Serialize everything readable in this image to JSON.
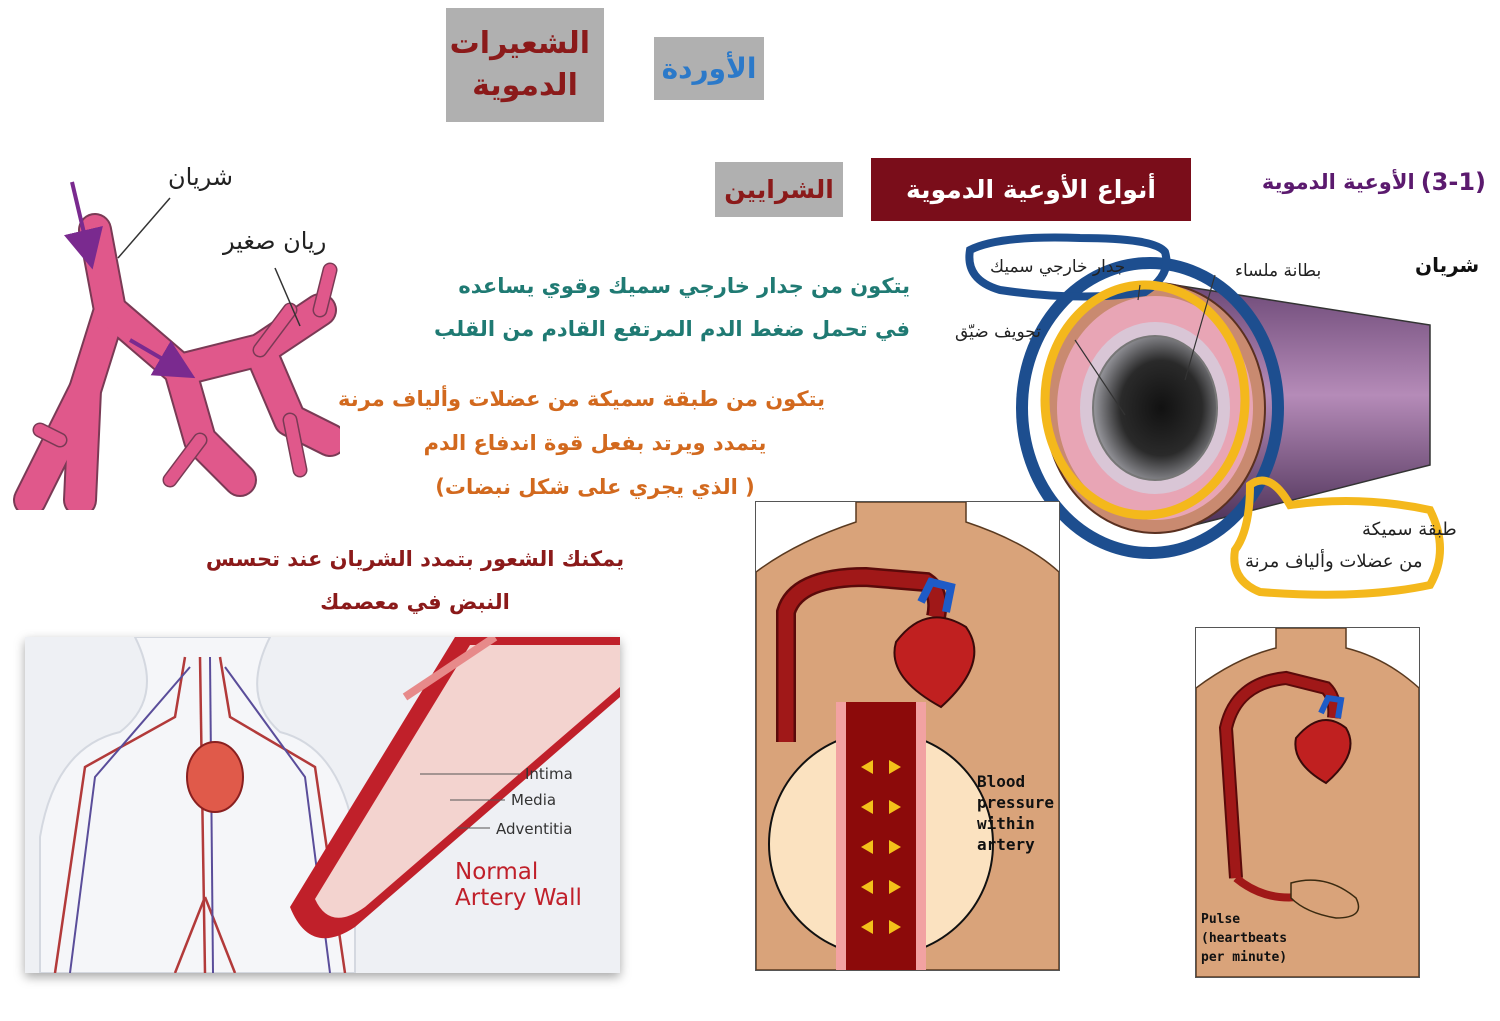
{
  "tabs": {
    "capillaries": "الشعيرات الدموية",
    "veins": "الأوردة",
    "arteries": "الشرايين"
  },
  "header": {
    "banner": "أنواع الأوعية الدموية",
    "section_number": "(3-1)",
    "section_title": "الأوعية الدموية"
  },
  "branch_diagram": {
    "label_artery": "شريان",
    "label_small_artery": "ريان صغير"
  },
  "descriptions": {
    "wall_line1": "يتكون من جدار خارجي سميك وقوي يساعده",
    "wall_line2": "في تحمل ضغط الدم المرتفع القادم من القلب",
    "layer_line1": "يتكون من طبقة سميكة من عضلات وألياف مرنة",
    "layer_line2": "يتمدد ويرتد بفعل قوة اندفاع الدم",
    "layer_line3": "( الذي يجري على شكل نبضات)",
    "pulse_line1": "يمكنك الشعور بتمدد الشريان عند تحسس",
    "pulse_line2": "النبض في معصمك"
  },
  "artery_cross_section": {
    "title": "شريان",
    "outer_wall": "جدار خارجي سميك",
    "smooth_lining": "بطانة ملساء",
    "narrow_lumen": "تجويف ضيّق",
    "thick_layer_line1": "طبقة سميكة",
    "thick_layer_line2": "من عضلات وألياف مرنة"
  },
  "artery_wall_figure": {
    "intima": "Intima",
    "media": "Media",
    "adventitia": "Adventitia",
    "caption_line1": "Normal",
    "caption_line2": "Artery Wall"
  },
  "bp_figure": {
    "line1": "Blood",
    "line2": "pressure",
    "line3": "within",
    "line4": "artery"
  },
  "pulse_figure": {
    "line1": "Pulse",
    "line2": "(heartbeats",
    "line3": "per minute)"
  },
  "colors": {
    "dark_red": "#8b1a1a",
    "banner_bg": "#7a0d1a",
    "teal": "#1f7a73",
    "orange": "#d2691e",
    "blue_link": "#2b79c9",
    "grey_tab": "#b0b0b0",
    "highlight_blue": "#1d4e8f",
    "highlight_yellow": "#f4b81c",
    "vessel_pink": "#e0588b"
  }
}
